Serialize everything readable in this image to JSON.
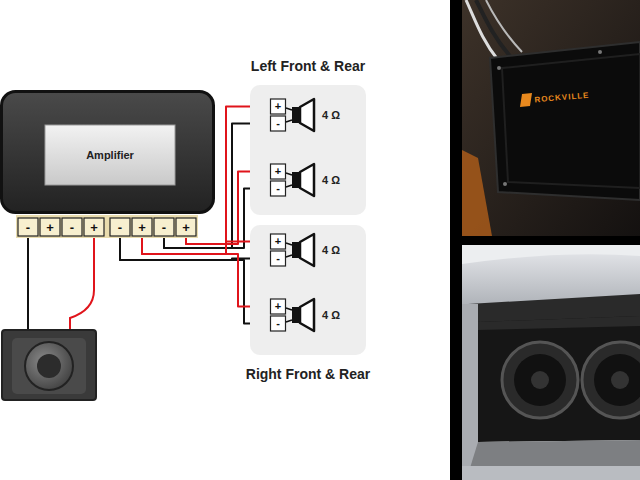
{
  "diagram": {
    "nodes": [
      {
        "text": [
          "Amplifier"
        ]
      },
      {
        "text": [
          "Left Front & Rear"
        ]
      },
      {
        "text": [
          "4 Ω"
        ],
        "in": 1
      },
      {
        "text": [
          "4 Ω"
        ],
        "in": 1
      },
      {
        "text": [
          "Right Front & Rear"
        ]
      },
      {
        "text": [
          "4 Ω"
        ],
        "in": 4
      },
      {
        "text": [
          "4 Ω"
        ],
        "in": 4
      }
    ],
    "edges": [
      {
        "from": 0,
        "to": 2,
        "arrow": "none"
      },
      {
        "from": 0,
        "to": 3,
        "arrow": "none"
      },
      {
        "from": 0,
        "to": 5,
        "arrow": "none"
      },
      {
        "from": 0,
        "to": 6,
        "arrow": "none"
      }
    ],
    "labels": [
      "-",
      "+",
      "-",
      "+",
      "-",
      "+",
      "-",
      "+",
      "+",
      "-",
      "+",
      "-",
      "+",
      "-",
      "+",
      "-",
      "ROCKVILLE"
    ]
  }
}
